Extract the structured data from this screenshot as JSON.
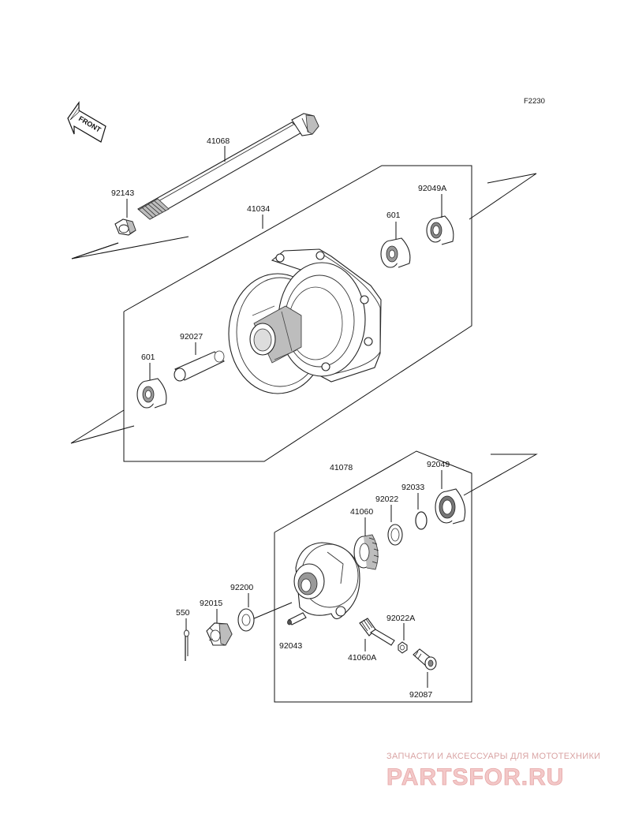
{
  "diagram_code": "F2230",
  "front_label": "FRONT",
  "parts": {
    "axle": "41068",
    "axle_nut": "92143",
    "hub": "41034",
    "spacer_inner": "92027",
    "bearing_left": "601",
    "bearing_right": "601",
    "oil_seal_right": "92049A",
    "gear_housing": "41078",
    "oil_seal_left": "92049",
    "circlip": "92033",
    "washer": "92022",
    "drive_gear": "41060",
    "collar": "92200",
    "nut": "92015",
    "cotter_pin": "550",
    "dowel_pin": "92043",
    "pinion_gear": "41060A",
    "pinion_washer": "92022A",
    "bushing": "92087"
  },
  "watermark": {
    "line1": "ЗАПЧАСТИ И АКСЕССУАРЫ ДЛЯ МОТОТЕХНИКИ",
    "line2": "PARTSFOR.RU"
  }
}
